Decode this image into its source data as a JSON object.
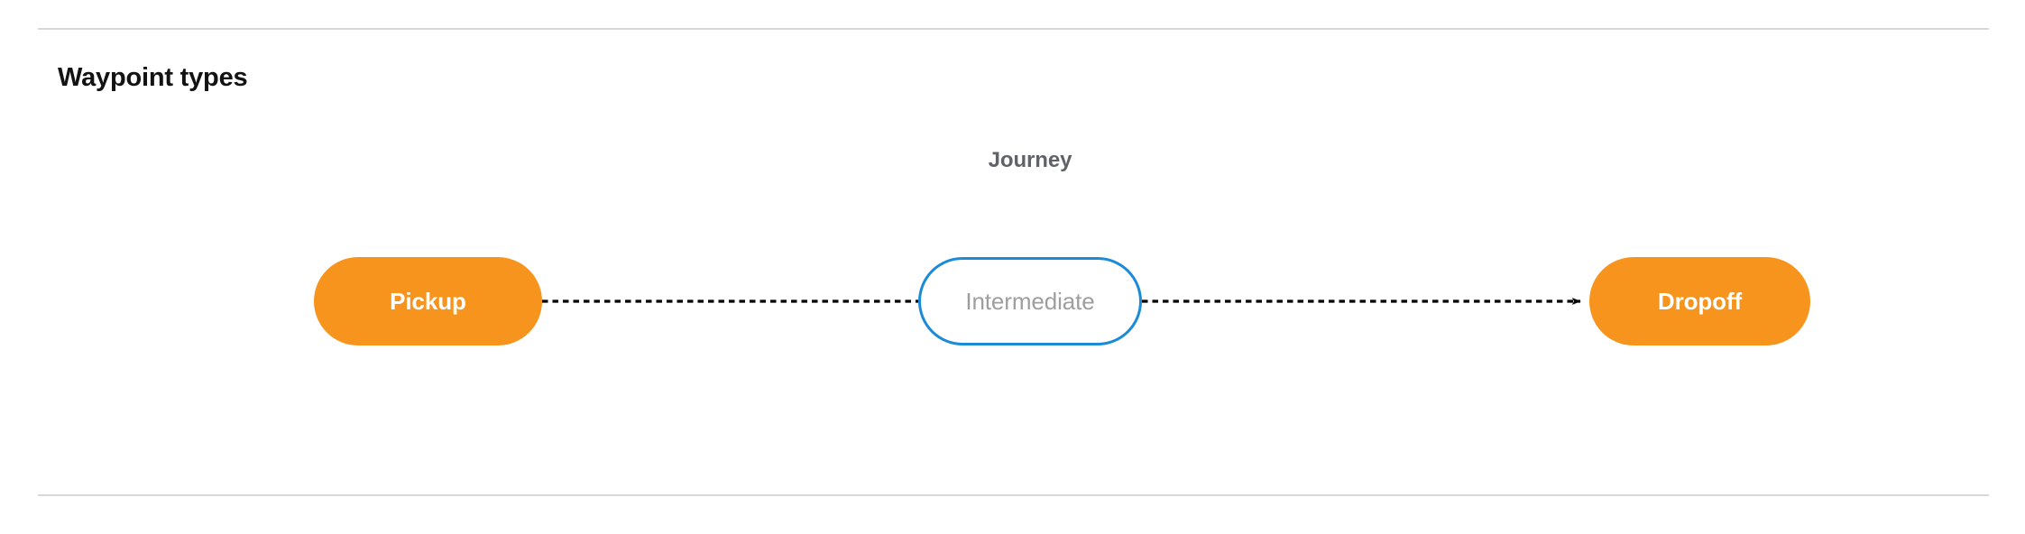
{
  "section": {
    "title": "Waypoint types"
  },
  "diagram": {
    "group_label": "Journey",
    "nodes": [
      {
        "id": "pickup",
        "label": "Pickup",
        "shape": "pill",
        "fill": "#f7941e",
        "text_color": "#ffffff",
        "border_color": "none"
      },
      {
        "id": "intermediate",
        "label": "Intermediate",
        "shape": "pill",
        "fill": "#ffffff",
        "text_color": "#9e9e9e",
        "border_color": "#1a8bd6"
      },
      {
        "id": "dropoff",
        "label": "Dropoff",
        "shape": "pill",
        "fill": "#f7941e",
        "text_color": "#ffffff",
        "border_color": "none"
      }
    ],
    "edges": [
      {
        "id": "pickup-to-intermediate",
        "from": "pickup",
        "to": "intermediate",
        "style": "dashed",
        "color": "#000000",
        "arrowhead": false
      },
      {
        "id": "intermediate-to-dropoff",
        "from": "intermediate",
        "to": "dropoff",
        "style": "dashed",
        "color": "#000000",
        "arrowhead": true
      }
    ]
  },
  "colors": {
    "divider": "#d8d8d8",
    "title_text": "#131313",
    "group_label_text": "#5f6368",
    "accent_orange": "#f7941e",
    "accent_blue": "#1a8bd6",
    "muted_text": "#9e9e9e",
    "background": "#ffffff"
  }
}
